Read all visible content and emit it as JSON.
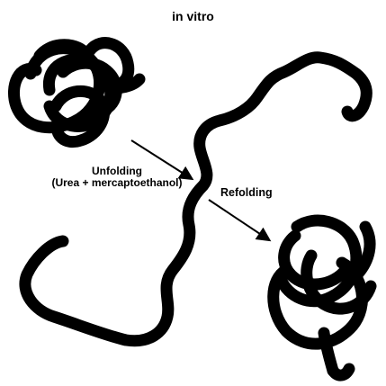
{
  "title": "in vitro",
  "unfolding": {
    "line1": "Unfolding",
    "line2": "(Urea + mercaptoethanol)"
  },
  "refolding": {
    "label": "Refolding"
  },
  "colors": {
    "ink": "#000000",
    "background": "#ffffff"
  }
}
